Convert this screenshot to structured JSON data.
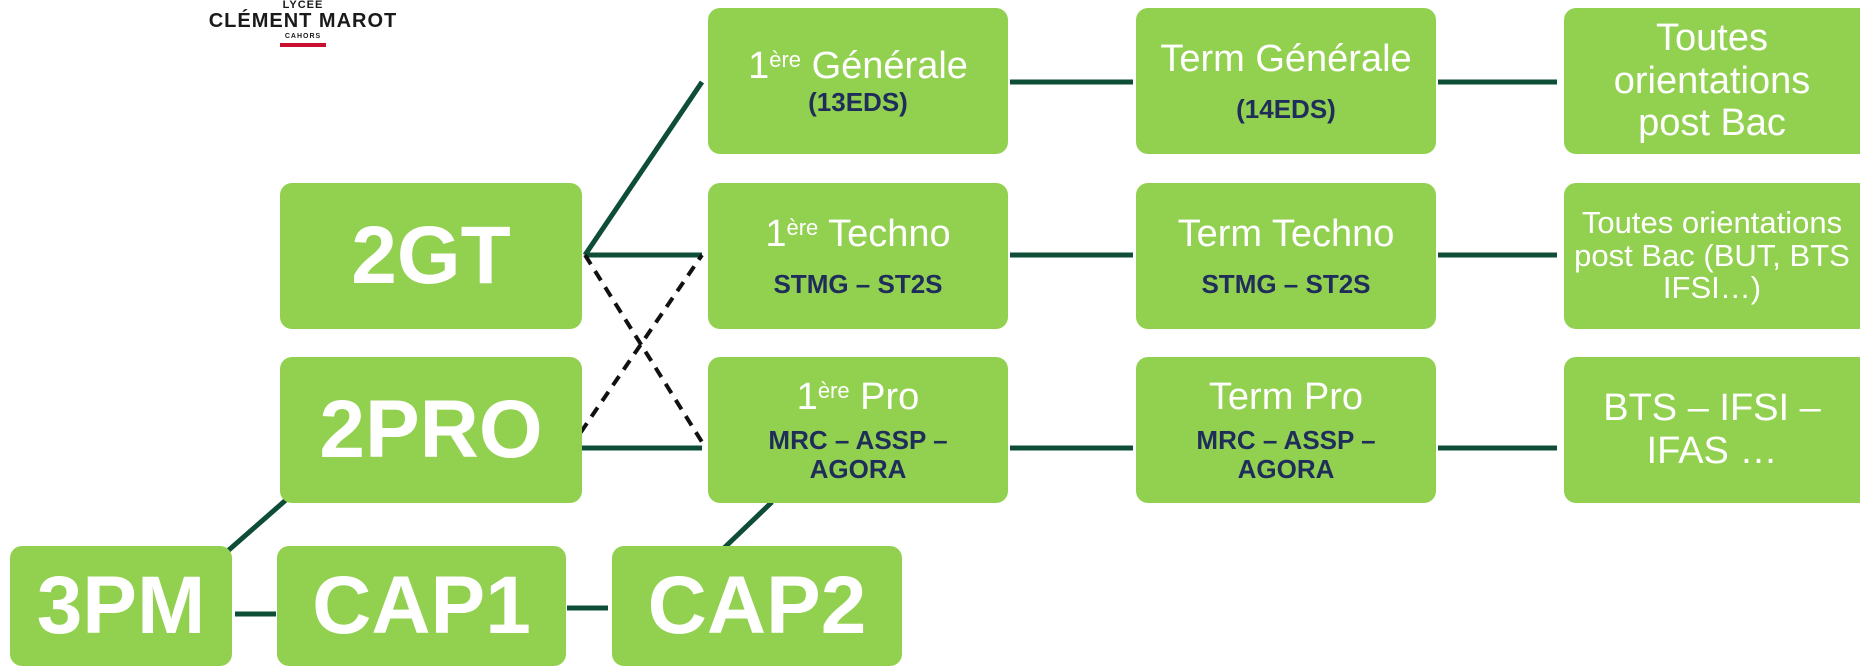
{
  "logo": {
    "line1": "LYCÉE",
    "line2": "CLÉMENT MAROT",
    "line3": "CAHORS",
    "accent_color": "#c8102e"
  },
  "colors": {
    "box": "#92d050",
    "line": "#0e4d36",
    "subtitle": "#1f2d5a"
  },
  "nodes": {
    "n2gt": "2GT",
    "n2pro": "2PRO",
    "n3pm": "3PM",
    "cap1": "CAP1",
    "cap2": "CAP2",
    "premiere_generale": {
      "sup": "ère",
      "title": "Générale",
      "prefix": "1",
      "sub": "(13EDS)"
    },
    "premiere_techno": {
      "sup": "ère",
      "title": "Techno",
      "prefix": "1",
      "sub": "STMG – ST2S"
    },
    "premiere_pro": {
      "sup": "ère",
      "title": "Pro",
      "prefix": "1",
      "sub": "MRC – ASSP – AGORA"
    },
    "term_generale": {
      "title": "Term Générale",
      "sub": "(14EDS)"
    },
    "term_techno": {
      "title": "Term Techno",
      "sub": "STMG – ST2S"
    },
    "term_pro": {
      "title": "Term Pro",
      "sub": "MRC – ASSP – AGORA"
    },
    "dest_generale": "Toutes orientations post Bac",
    "dest_techno": "Toutes orientations post Bac (BUT, BTS IFSI…)",
    "dest_pro": "BTS – IFSI – IFAS …"
  }
}
